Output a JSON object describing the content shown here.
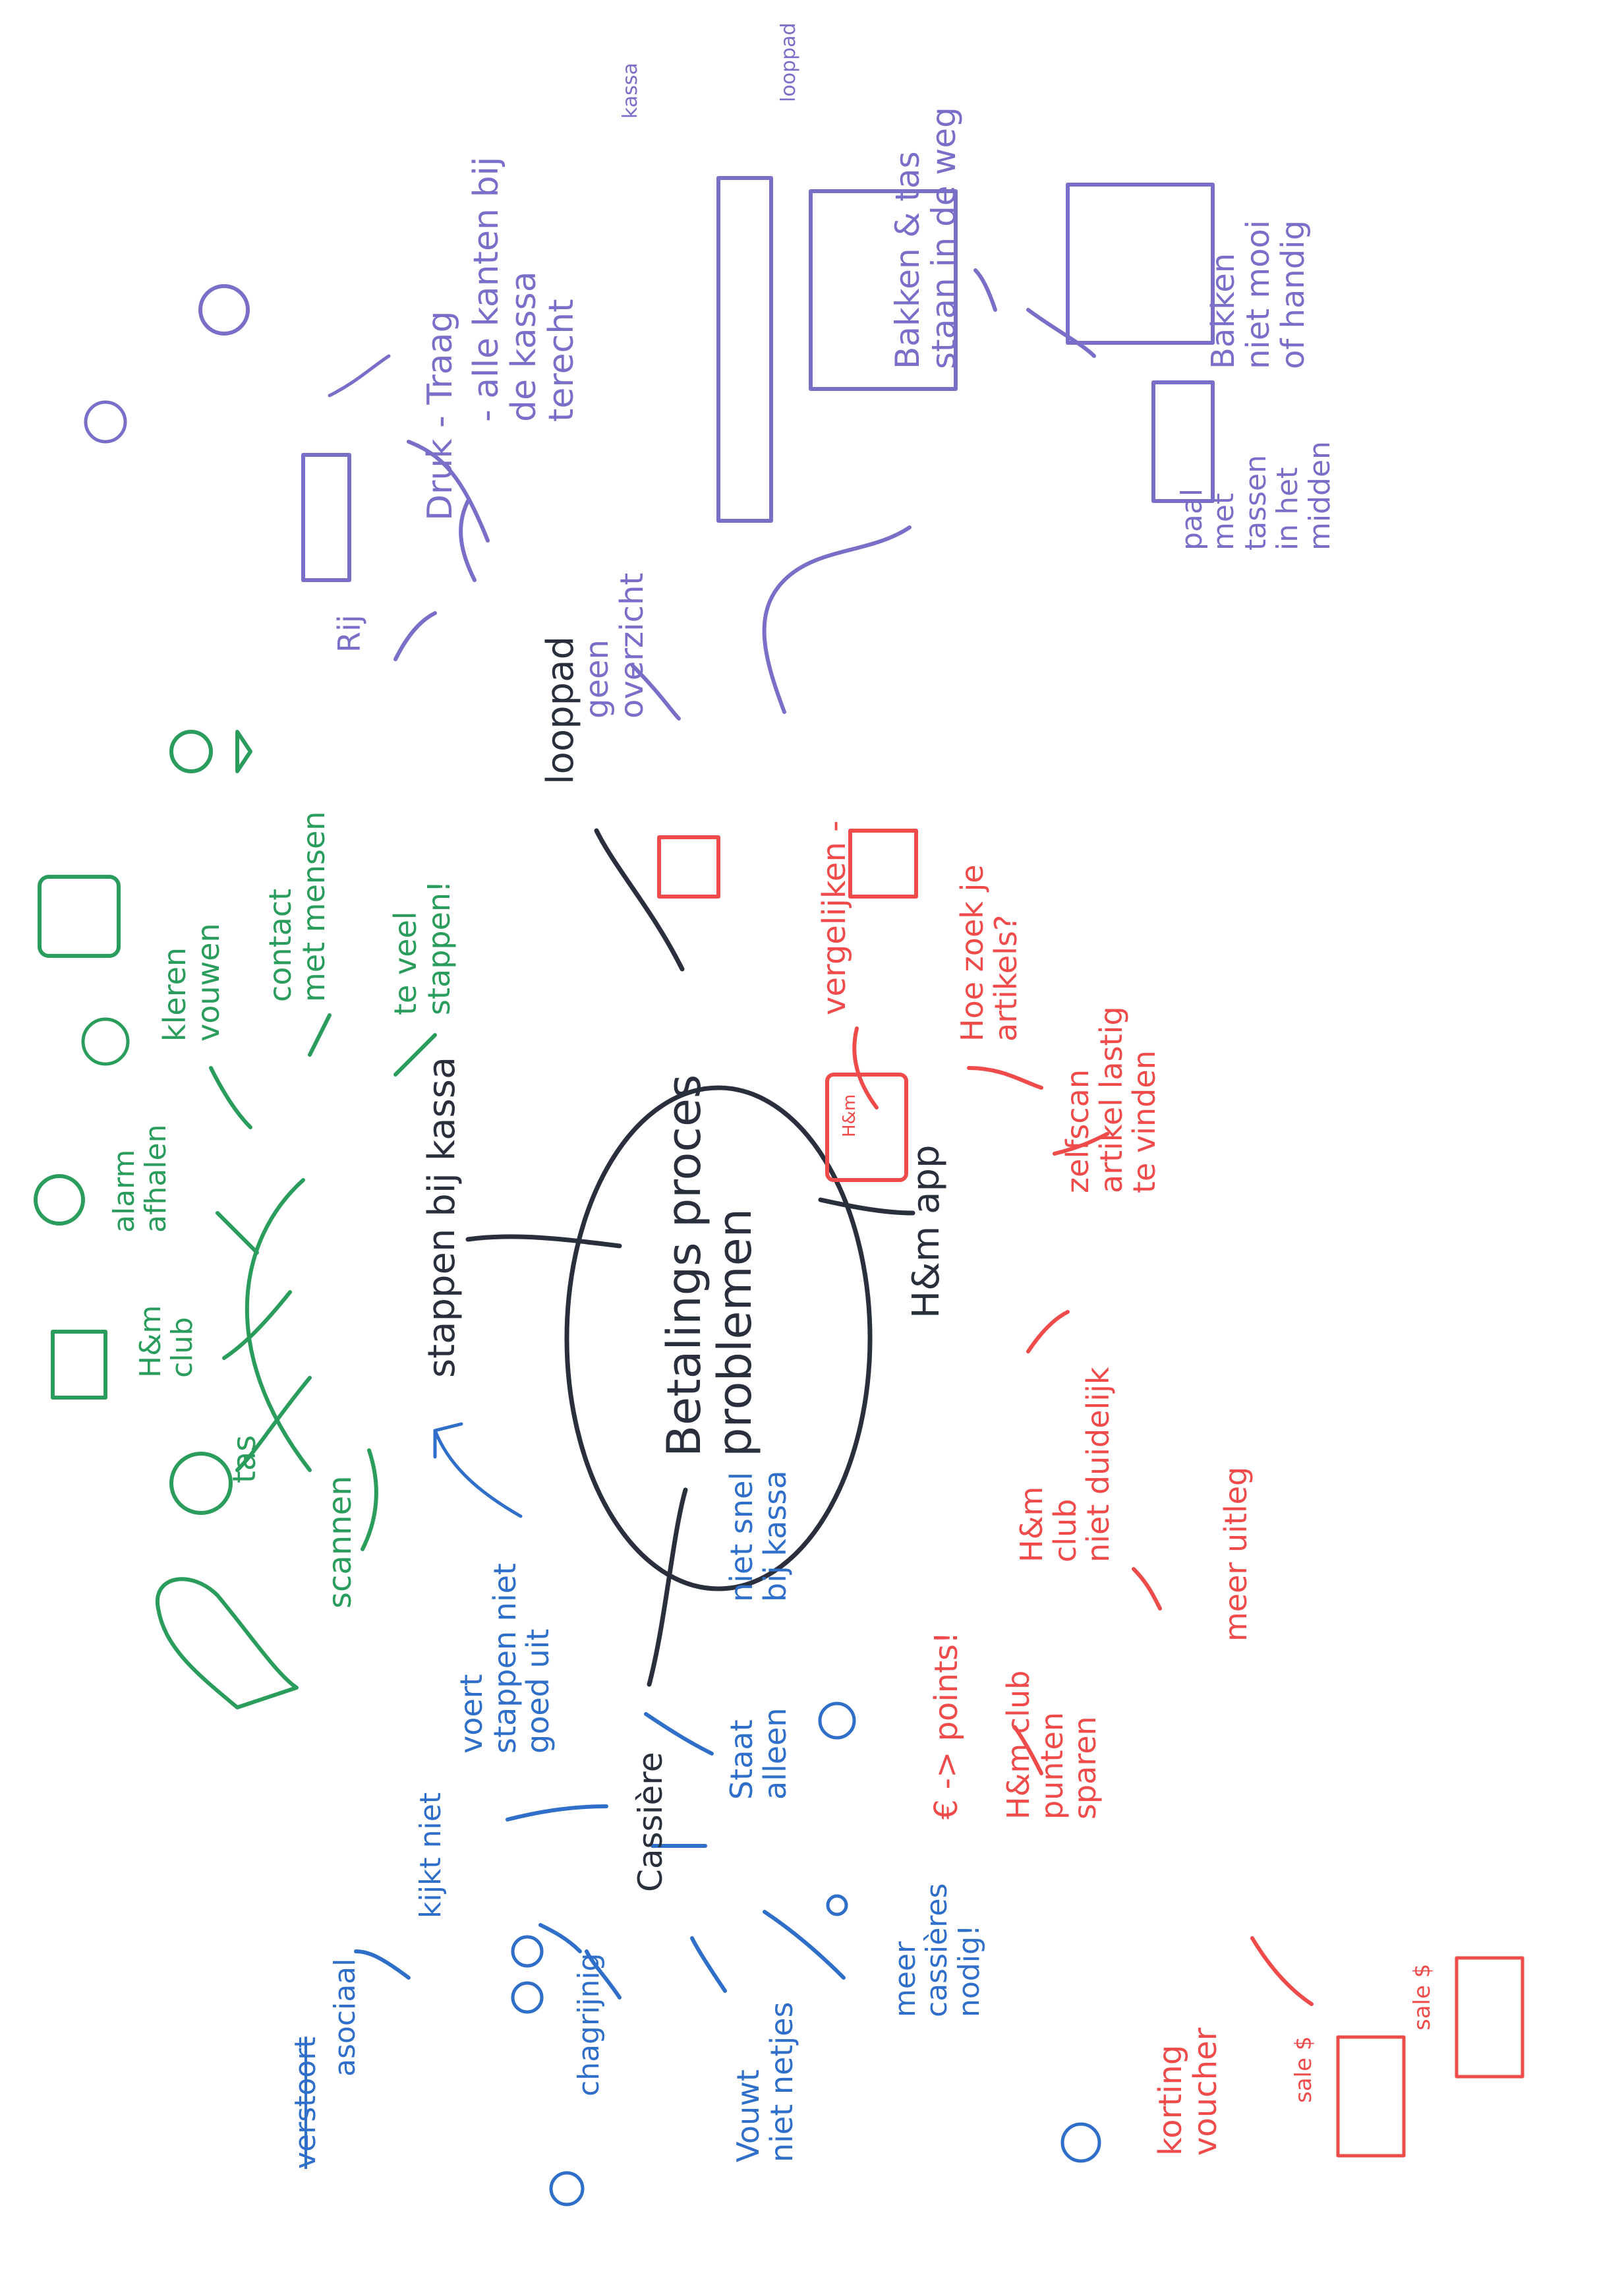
{
  "colors": {
    "center": "#2a2f3d",
    "kassa": "#2a9d5c",
    "looppad": "#7a6fc8",
    "app": "#ef4b4b",
    "cassiere": "#2f6fc9",
    "paper": "#ffffff"
  },
  "diagram": {
    "center": {
      "lines": [
        "Betalings proces",
        "problemen"
      ]
    },
    "branches": {
      "kassa": {
        "label": "stappen bij kassa",
        "items": [
          {
            "id": "scannen",
            "lines": [
              "scannen"
            ]
          },
          {
            "id": "tas",
            "lines": [
              "tas"
            ]
          },
          {
            "id": "hm-club",
            "lines": [
              "H&m",
              "club"
            ]
          },
          {
            "id": "alarm",
            "lines": [
              "alarm",
              "afhalen"
            ]
          },
          {
            "id": "kleren",
            "lines": [
              "kleren",
              "vouwen"
            ]
          },
          {
            "id": "contact",
            "lines": [
              "contact",
              "met mensen"
            ]
          },
          {
            "id": "te-veel",
            "lines": [
              "te veel",
              "stappen!"
            ]
          }
        ],
        "icons": [
          "tag-icon",
          "bag-icon",
          "card-icon",
          "alarm-tag-icon",
          "folded-clothes-icon",
          "person-icon"
        ]
      },
      "looppad": {
        "label": "looppad",
        "items": [
          {
            "id": "rij",
            "lines": [
              "Rij"
            ]
          },
          {
            "id": "druk",
            "lines": [
              "Druk - Traag"
            ]
          },
          {
            "id": "kanten",
            "lines": [
              "- alle kanten bij",
              "de kassa",
              "terecht"
            ]
          },
          {
            "id": "overzicht",
            "lines": [
              "geen",
              "overzicht"
            ]
          },
          {
            "id": "bakken",
            "lines": [
              "Bakken & tas",
              "staan in de weg"
            ]
          },
          {
            "id": "paal",
            "lines": [
              "paal",
              "met",
              "tassen",
              "in het",
              "midden"
            ]
          },
          {
            "id": "bakken-mooi",
            "lines": [
              "Bakken",
              "niet mooi",
              "of handig"
            ]
          },
          {
            "id": "kassa-note",
            "lines": [
              "kassa"
            ]
          },
          {
            "id": "loop-note",
            "lines": [
              "looppad"
            ]
          }
        ],
        "icons": [
          "queue-icon",
          "clock-icon",
          "frustrated-face-icon",
          "counter-sketch-icon",
          "bag-pole-icon",
          "basket-icon",
          "confused-face-icon"
        ]
      },
      "app": {
        "label": "H&m app",
        "items": [
          {
            "id": "vergelijken",
            "lines": [
              "vergelijken -"
            ]
          },
          {
            "id": "zoek",
            "lines": [
              "Hoe zoek je",
              "artikels?"
            ]
          },
          {
            "id": "zelfscan",
            "lines": [
              "zelfscan",
              "artikel lastig",
              "te vinden"
            ]
          },
          {
            "id": "hm-club-2",
            "lines": [
              "H&m",
              "club",
              "niet duidelijk"
            ]
          },
          {
            "id": "uitleg",
            "lines": [
              "meer uitleg"
            ]
          },
          {
            "id": "points",
            "lines": [
              "€ -> points!"
            ]
          },
          {
            "id": "punten",
            "lines": [
              "H&m club",
              "punten",
              "sparen"
            ]
          },
          {
            "id": "korting",
            "lines": [
              "korting",
              "voucher"
            ]
          },
          {
            "id": "sale-1",
            "lines": [
              "sale $"
            ]
          },
          {
            "id": "sale-2",
            "lines": [
              "sale $"
            ]
          },
          {
            "id": "phone-text",
            "lines": [
              "H&m"
            ]
          }
        ],
        "icons": [
          "phone-icon",
          "shirt-icon",
          "shirt-icon-2",
          "sale-tag-icon"
        ]
      },
      "cassiere": {
        "label": "Cassière",
        "items": [
          {
            "id": "voert",
            "lines": [
              "voert",
              "stappen niet",
              "goed uit"
            ]
          },
          {
            "id": "niet-snel",
            "lines": [
              "niet snel",
              "bij kassa"
            ]
          },
          {
            "id": "staat",
            "lines": [
              "Staat",
              "alleen"
            ]
          },
          {
            "id": "meer",
            "lines": [
              "meer",
              "cassières",
              "nodig!"
            ]
          },
          {
            "id": "vouwt",
            "lines": [
              "Vouwt",
              "niet netjes"
            ]
          },
          {
            "id": "chagrijnig",
            "lines": [
              "chagrijnig"
            ]
          },
          {
            "id": "kijkt",
            "lines": [
              "kijkt niet"
            ]
          },
          {
            "id": "asociaal-struck",
            "lines": [
              "verstoort"
            ]
          },
          {
            "id": "asociaal",
            "lines": [
              "asociaal"
            ]
          }
        ],
        "icons": [
          "clock-icon-2",
          "person-alone-icon",
          "group-icon",
          "eyes-icon",
          "angry-face-icon"
        ]
      }
    }
  }
}
